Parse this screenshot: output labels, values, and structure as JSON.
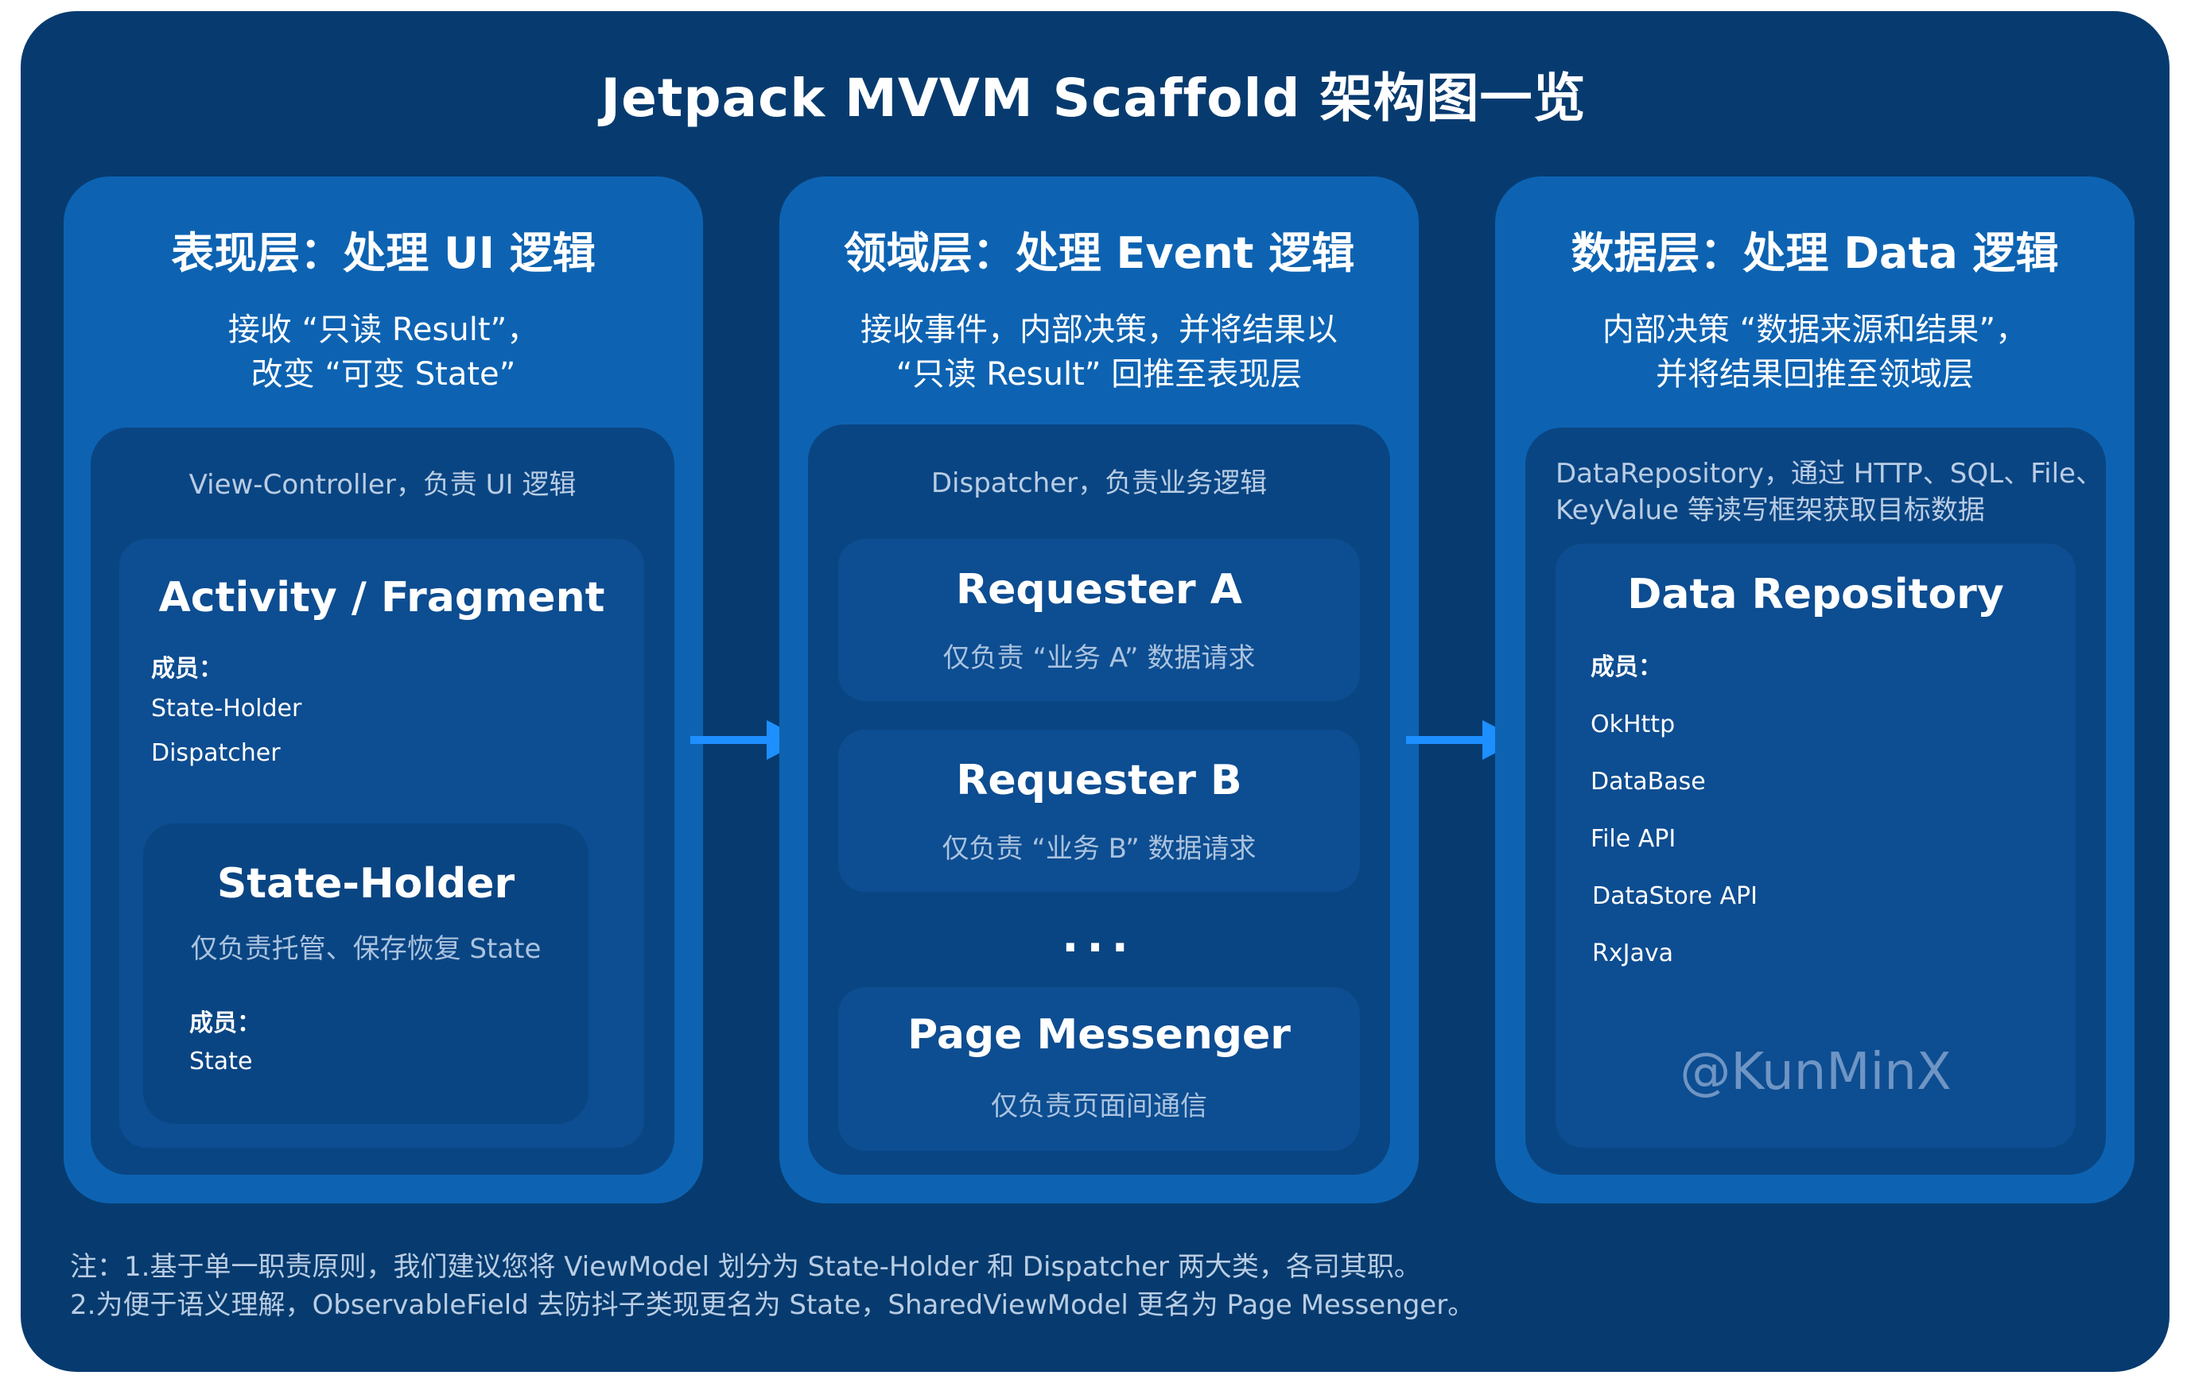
{
  "title": "Jetpack MVVM Scaffold 架构图一览",
  "colors": {
    "background": "#073b6f",
    "column": "#0d63b2",
    "inner": "#0a4583",
    "card": "#0d4d91",
    "arrow": "#1e8fff",
    "text": "#ffffff"
  },
  "columns": [
    {
      "title": "表现层：处理 UI 逻辑",
      "subtitle_line1": "接收 “只读 Result”，",
      "subtitle_line2": "改变 “可变 State”",
      "inner_caption": "View-Controller，负责 UI 逻辑",
      "card": {
        "title": "Activity / Fragment",
        "members_label": "成员：",
        "members": [
          "State-Holder",
          "Dispatcher"
        ]
      },
      "holder": {
        "title": "State-Holder",
        "desc": "仅负责托管、保存恢复 State",
        "members_label": "成员：",
        "members": [
          "State"
        ]
      }
    },
    {
      "title": "领域层：处理 Event 逻辑",
      "subtitle_line1": "接收事件，内部决策，并将结果以",
      "subtitle_line2": "“只读 Result” 回推至表现层",
      "inner_caption": "Dispatcher，负责业务逻辑",
      "cards": [
        {
          "title": "Requester A",
          "desc": "仅负责 “业务 A” 数据请求"
        },
        {
          "title": "Requester B",
          "desc": "仅负责 “业务 B” 数据请求"
        },
        {
          "title": "Page Messenger",
          "desc": "仅负责页面间通信"
        }
      ],
      "ellipsis": "..."
    },
    {
      "title": "数据层：处理 Data 逻辑",
      "subtitle_line1": "内部决策 “数据来源和结果”，",
      "subtitle_line2": "并将结果回推至领域层",
      "inner_caption_line1": "DataRepository，通过 HTTP、SQL、File、",
      "inner_caption_line2": "KeyValue 等读写框架获取目标数据",
      "card": {
        "title": "Data Repository",
        "members_label": "成员：",
        "members": [
          "OkHttp",
          "DataBase",
          "File API",
          "DataStore API",
          "RxJava"
        ]
      },
      "watermark": "@KunMinX"
    }
  ],
  "notes": [
    "注：1.基于单一职责原则，我们建议您将 ViewModel 划分为 State-Holder 和 Dispatcher 两大类，各司其职。",
    "2.为便于语义理解，ObservableField 去防抖子类现更名为 State，SharedViewModel 更名为 Page Messenger。"
  ]
}
